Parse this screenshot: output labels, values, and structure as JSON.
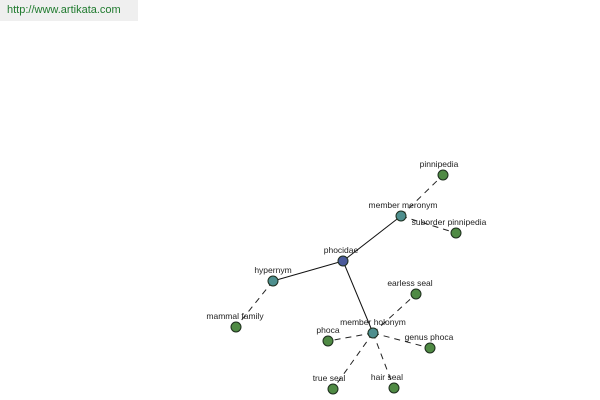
{
  "header": {
    "url": "http://www.artikata.com"
  },
  "graph": {
    "center": {
      "label": "phocidae",
      "color": "#4a5a9a"
    },
    "relations": {
      "hypernym": "hypernym",
      "member_meronym": "member meronym",
      "member_holonym": "member holonym"
    },
    "leaves": {
      "mammal_family": "mammal family",
      "pinnipedia": "pinnipedia",
      "suborder_pinnipedia": "suborder pinnipedia",
      "earless_seal": "earless seal",
      "phoca": "phoca",
      "genus_phoca": "genus phoca",
      "true_seal": "true seal",
      "hair_seal": "hair seal"
    },
    "colors": {
      "leaf": "#4f8a44",
      "relation": "#4e8f8e",
      "center": "#4a5a9a",
      "url_text": "#1f7a2e"
    }
  }
}
